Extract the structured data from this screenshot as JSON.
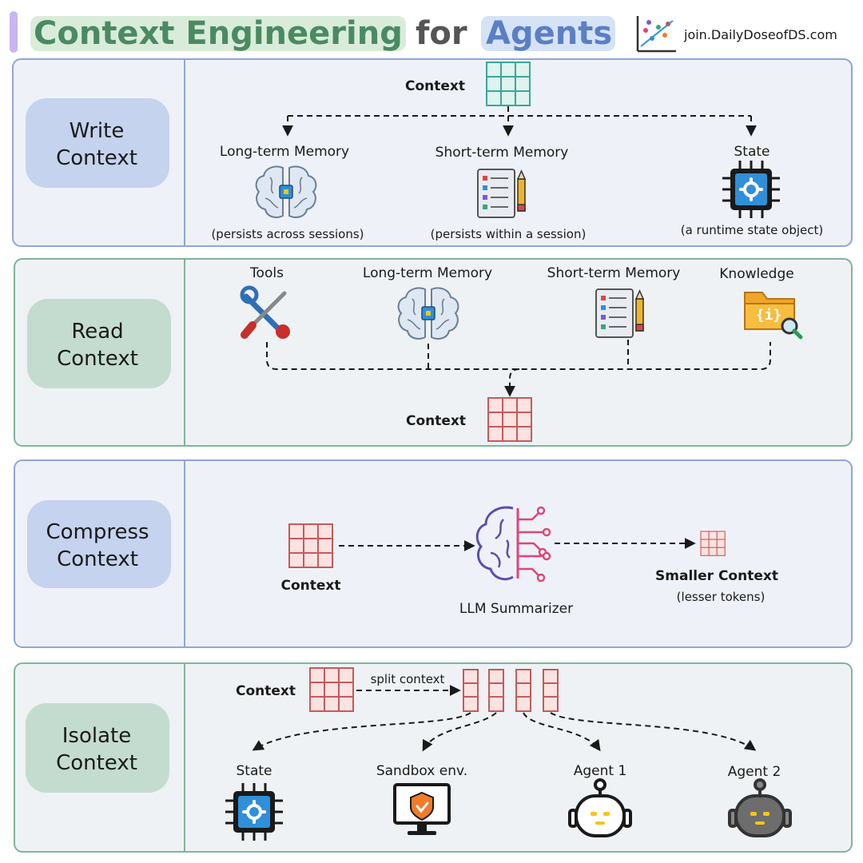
{
  "header": {
    "title_part1": "Context Engineering",
    "title_part2": "for",
    "title_part3": "Agents",
    "brand_url": "join.DailyDoseofDS.com"
  },
  "colors": {
    "blue_panel_border": "#8fa6dc",
    "green_panel_border": "#7fb59a",
    "panel_bg": "#eef2f8",
    "blue_pill": "#c5d3ef",
    "green_pill": "#c4dccf",
    "teal_grid": "#3aa79a",
    "teal_grid_fill": "#dff3ef",
    "red_grid": "#c9585a",
    "red_grid_fill": "#fbe3e1",
    "chip_blue": "#2f8fd8",
    "neural_pink": "#e0447a",
    "neural_purple": "#5a4fb0",
    "robot_yellow": "#f5c518"
  },
  "sections": {
    "write": {
      "label_line1": "Write",
      "label_line2": "Context",
      "context_label": "Context",
      "items": [
        {
          "title": "Long-term Memory",
          "caption": "(persists across sessions)",
          "icon": "brain-icon"
        },
        {
          "title": "Short-term Memory",
          "caption": "(persists within a session)",
          "icon": "checklist-icon"
        },
        {
          "title": "State",
          "caption": "(a runtime state object)",
          "icon": "chip-icon"
        }
      ]
    },
    "read": {
      "label_line1": "Read",
      "label_line2": "Context",
      "context_label": "Context",
      "items": [
        {
          "title": "Tools",
          "icon": "tools-icon"
        },
        {
          "title": "Long-term Memory",
          "icon": "brain-icon"
        },
        {
          "title": "Short-term Memory",
          "icon": "checklist-icon"
        },
        {
          "title": "Knowledge",
          "icon": "folder-search-icon"
        }
      ]
    },
    "compress": {
      "label_line1": "Compress",
      "label_line2": "Context",
      "context_label": "Context",
      "summarizer_label": "LLM Summarizer",
      "smaller_label": "Smaller Context",
      "smaller_caption": "(lesser tokens)"
    },
    "isolate": {
      "label_line1": "Isolate",
      "label_line2": "Context",
      "context_label": "Context",
      "split_label": "split context",
      "targets": [
        {
          "title": "State",
          "icon": "chip-icon"
        },
        {
          "title": "Sandbox env.",
          "icon": "monitor-shield-icon"
        },
        {
          "title": "Agent 1",
          "icon": "robot-icon"
        },
        {
          "title": "Agent 2",
          "icon": "robot-dark-icon"
        }
      ]
    }
  }
}
